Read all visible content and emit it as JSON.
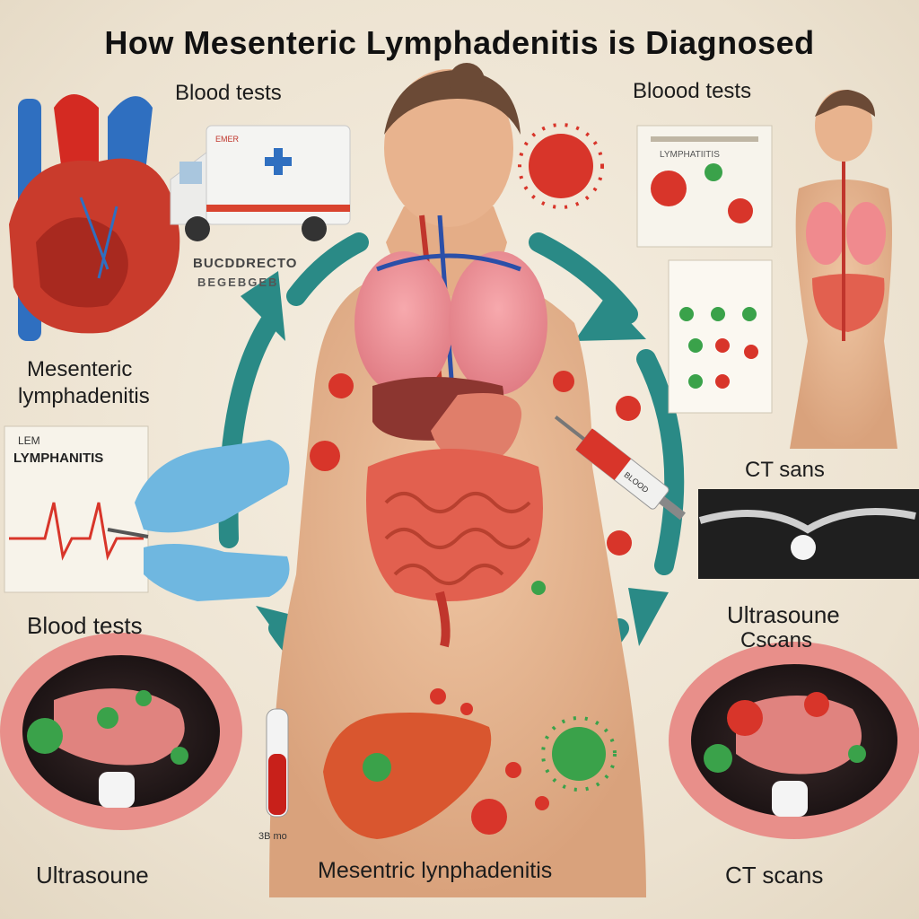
{
  "title": "How Mesenteric Lymphadenitis is Diagnosed",
  "labels": {
    "blood_tests_top_left": "Blood tests",
    "blood_tests_top_right": "Bloood tests",
    "ambulance_caption_1": "BUCDDRECTO",
    "ambulance_caption_2": "BEGEBGEB",
    "mesenteric_left_1": "Mesenteric",
    "mesenteric_left_2": "lymphadenitis",
    "ecg_card_small": "LEM",
    "ecg_card_title": "LYMPHANITIS",
    "lab_sheet_title": "LYMPHATIITIS",
    "blood_tests_mid_left": "Blood tests",
    "ct_sans": "CT sans",
    "ultrasoune_scans_1": "Ultrasoune",
    "ultrasoune_scans_2": "Cscans",
    "ultrasoune_bottom": "Ultrasoune",
    "mesentric_bottom": "Mesentric lynphadenitis",
    "ct_scans_bottom": "CT scans",
    "syringe_label": "3B mo",
    "ambulance_sign": "EMER",
    "vial_label": "BLOOD"
  },
  "colors": {
    "arrow": "#2a8a86",
    "virus_red": "#d8352a",
    "virus_green": "#3aa24a",
    "skin": "#e9b892",
    "organ_pink": "#f08a8e",
    "intestine": "#e2604f"
  },
  "icons": [
    "heart-icon",
    "ambulance-icon",
    "gloved-hand-icon",
    "syringe-icon",
    "test-tube-icon",
    "liver-icon",
    "virus-icon",
    "lab-report-icon",
    "ct-scan-icon",
    "ultrasound-image-icon"
  ]
}
